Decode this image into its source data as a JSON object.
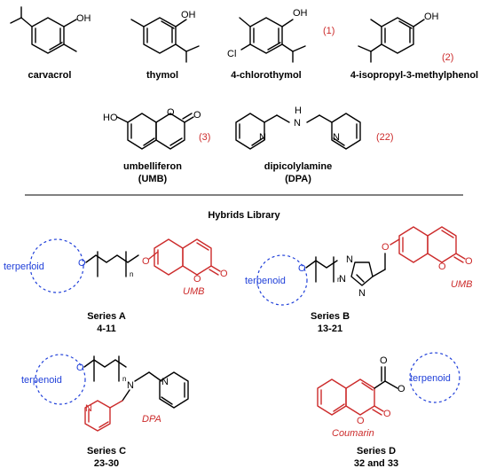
{
  "compounds": {
    "carvacrol": {
      "name": "carvacrol"
    },
    "thymol": {
      "name": "thymol"
    },
    "chlorothymol": {
      "name": "4-chlorothymol",
      "ref": "(1)"
    },
    "isopropylmethylphenol": {
      "name": "4-isopropyl-3-methylphenol",
      "ref": "(2)"
    },
    "umbelliferon": {
      "name": "umbelliferon",
      "abbr": "(UMB)",
      "ref": "(3)"
    },
    "dipicolylamine": {
      "name": "dipicolylamine",
      "abbr": "(DPA)",
      "ref": "(22)"
    }
  },
  "atoms": {
    "oh": "OH",
    "ho": "HO",
    "o": "O",
    "n": "N",
    "h": "H",
    "cl": "Cl",
    "sub_n": "n"
  },
  "library_title": "Hybrids Library",
  "series": {
    "a": {
      "title": "Series A",
      "range": "4-11",
      "tag": "UMB",
      "group": "terpenoid"
    },
    "b": {
      "title": "Series B",
      "range": "13-21",
      "tag": "UMB",
      "group": "terpenoid"
    },
    "c": {
      "title": "Series C",
      "range": "23-30",
      "tag": "DPA",
      "group": "terpenoid"
    },
    "d": {
      "title": "Series D",
      "range": "32 and 33",
      "tag": "Coumarin",
      "group": "terpenoid"
    }
  },
  "colors": {
    "red": "#cc2b2b",
    "blue": "#1f3fd9"
  }
}
